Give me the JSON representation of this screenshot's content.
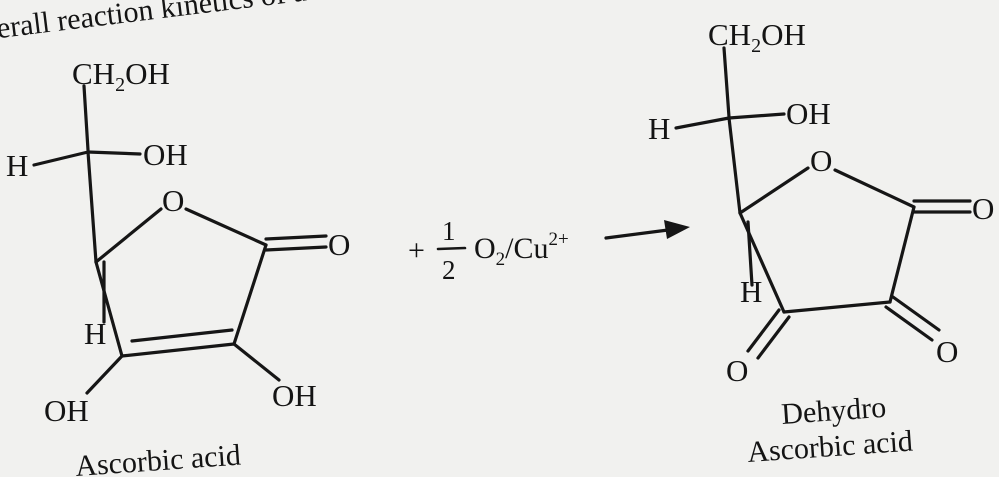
{
  "header": {
    "caption_fragment": "erall reaction kinetics of auto-oxida"
  },
  "left_molecule": {
    "name": "Ascorbic acid",
    "labels": {
      "ch2oh": "CH",
      "ch2oh_sub": "2",
      "ch2oh_tail": "OH",
      "h_side": "H",
      "oh_side": "OH",
      "ring_o": "O",
      "carbonyl_o": "O",
      "h_ring": "H",
      "oh_left": "OH",
      "oh_right": "OH"
    }
  },
  "reaction": {
    "plus": "+",
    "frac_num": "1",
    "frac_den": "2",
    "oxidant": "O",
    "oxidant_sub": "2",
    "slash": "/Cu",
    "catalyst_sup": "2+"
  },
  "right_molecule": {
    "name_line1": "Dehydro",
    "name_line2": "Ascorbic acid",
    "labels": {
      "ch2oh": "CH",
      "ch2oh_sub": "2",
      "ch2oh_tail": "OH",
      "h_side": "H",
      "oh_side": "OH",
      "ring_o": "O",
      "carbonyl_o": "O",
      "h_ring": "H",
      "o_left": "O",
      "o_right": "O"
    }
  }
}
